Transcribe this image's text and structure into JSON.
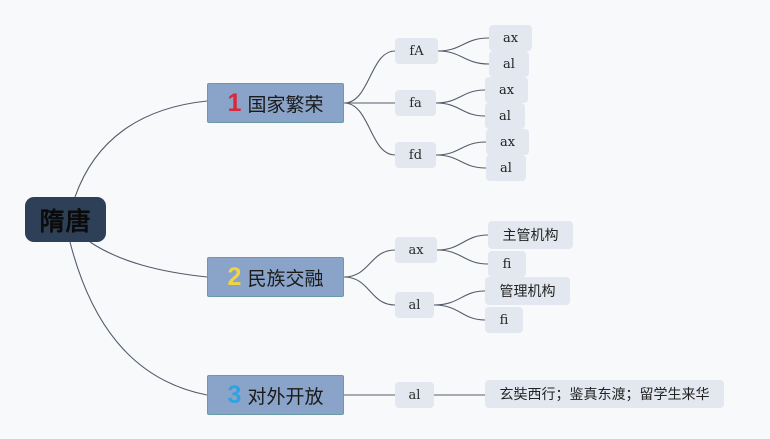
{
  "root": {
    "label": "隋唐",
    "color": "#2e3f58"
  },
  "branches": [
    {
      "number": "1",
      "number_color": "#d9283e",
      "label": "国家繁荣",
      "children": [
        {
          "label": "fA",
          "children": [
            {
              "label": "ax"
            },
            {
              "label": "al"
            }
          ]
        },
        {
          "label": "fa",
          "children": [
            {
              "label": "ax"
            },
            {
              "label": "al"
            }
          ]
        },
        {
          "label": "fd",
          "children": [
            {
              "label": "ax"
            },
            {
              "label": "al"
            }
          ]
        }
      ]
    },
    {
      "number": "2",
      "number_color": "#f2d443",
      "label": "民族交融",
      "children": [
        {
          "label": "ax",
          "children": [
            {
              "label": "主管机构"
            },
            {
              "label": "fi"
            }
          ]
        },
        {
          "label": "al",
          "children": [
            {
              "label": "管理机构"
            },
            {
              "label": "fi"
            }
          ]
        }
      ]
    },
    {
      "number": "3",
      "number_color": "#2ea3e3",
      "label": "对外开放",
      "children": [
        {
          "label": "al",
          "children": [
            {
              "label": "玄奘西行；鉴真东渡；留学生来华"
            }
          ]
        }
      ]
    }
  ],
  "colors": {
    "background": "#f8f9fb",
    "main_node": "#8aa3c8",
    "sub_node": "#e3e8f0",
    "link": "#555d6b"
  }
}
